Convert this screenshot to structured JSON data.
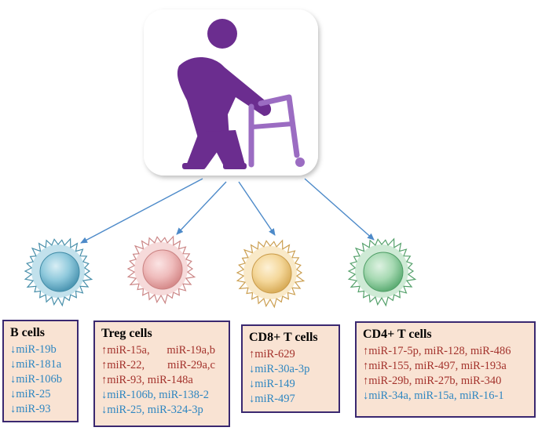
{
  "colors": {
    "box_fill": "#f9e3d3",
    "box_border": "#3a2870",
    "up_text": "#a3322c",
    "down_text": "#2e86c1",
    "arrow": "#4d8ac9",
    "figure_purple": "#6b2d8f",
    "walker_purple": "#9b6cc2"
  },
  "icons": {
    "elderly": "elderly-person-with-walker-icon",
    "cells": [
      "b-cell-icon",
      "treg-cell-icon",
      "cd8-t-cell-icon",
      "cd4-t-cell-icon"
    ]
  },
  "panels": [
    {
      "id": "b",
      "title": "B cells",
      "cell_color": "#8fc9dc",
      "lines": [
        {
          "dir": "down",
          "text": "↓miR-19b"
        },
        {
          "dir": "down",
          "text": "↓miR-181a"
        },
        {
          "dir": "down",
          "text": "↓miR-106b"
        },
        {
          "dir": "down",
          "text": "↓miR-25"
        },
        {
          "dir": "down",
          "text": "↓miR-93"
        }
      ]
    },
    {
      "id": "treg",
      "title": "Treg cells",
      "cell_color": "#efbcbc",
      "lines": [
        {
          "dir": "up",
          "text": "↑miR-15a,      miR-19a,b"
        },
        {
          "dir": "up",
          "text": "↑miR-22,        miR-29a,c"
        },
        {
          "dir": "up",
          "text": "↑miR-93, miR-148a"
        },
        {
          "dir": "down",
          "text": "↓miR-106b, miR-138-2"
        },
        {
          "dir": "down",
          "text": "↓miR-25, miR-324-3p"
        }
      ]
    },
    {
      "id": "cd8",
      "title": "CD8+ T cells",
      "cell_color": "#f4d79a",
      "lines": [
        {
          "dir": "up",
          "text": "↑miR-629"
        },
        {
          "dir": "down",
          "text": "↓miR-30a-3p"
        },
        {
          "dir": "down",
          "text": "↓miR-149"
        },
        {
          "dir": "down",
          "text": "↓miR-497"
        }
      ]
    },
    {
      "id": "cd4",
      "title": "CD4+ T cells",
      "cell_color": "#a6d9b2",
      "lines": [
        {
          "dir": "up",
          "text": "↑miR-17-5p, miR-128, miR-486"
        },
        {
          "dir": "up",
          "text": "↑miR-155, miR-497, miR-193a"
        },
        {
          "dir": "up",
          "text": "↑miR-29b, miR-27b, miR-340"
        },
        {
          "dir": "down",
          "text": "↓miR-34a, miR-15a, miR-16-1"
        }
      ]
    }
  ]
}
